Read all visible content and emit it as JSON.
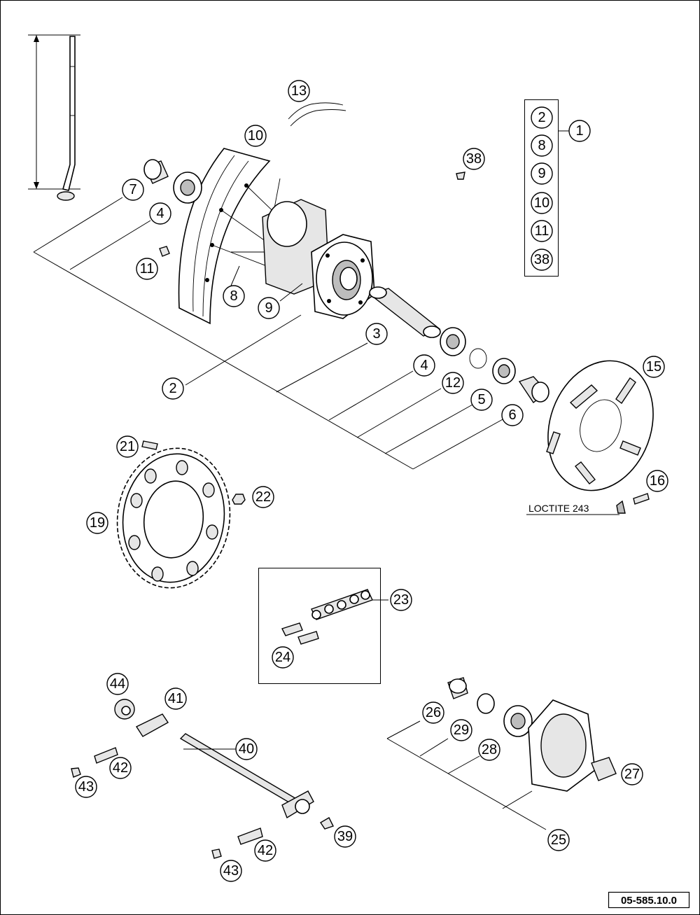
{
  "diagram": {
    "document_code": "05-585.10.0",
    "note_loctite": "LOCTITE 243",
    "kit_group": {
      "kit_label": "1",
      "member_labels": [
        "2",
        "8",
        "9",
        "10",
        "11",
        "38"
      ]
    },
    "callouts": {
      "c2": "2",
      "c3": "3",
      "c4a": "4",
      "c4b": "4",
      "c5": "5",
      "c6": "6",
      "c7": "7",
      "c8": "8",
      "c9": "9",
      "c10": "10",
      "c11": "11",
      "c12": "12",
      "c13": "13",
      "c15": "15",
      "c16": "16",
      "c19": "19",
      "c21": "21",
      "c22": "22",
      "c23": "23",
      "c24": "24",
      "c25": "25",
      "c26": "26",
      "c27": "27",
      "c28": "28",
      "c29": "29",
      "c38": "38",
      "c39": "39",
      "c40": "40",
      "c41": "41",
      "c42a": "42",
      "c42b": "42",
      "c43a": "43",
      "c43b": "43",
      "c44": "44"
    }
  }
}
